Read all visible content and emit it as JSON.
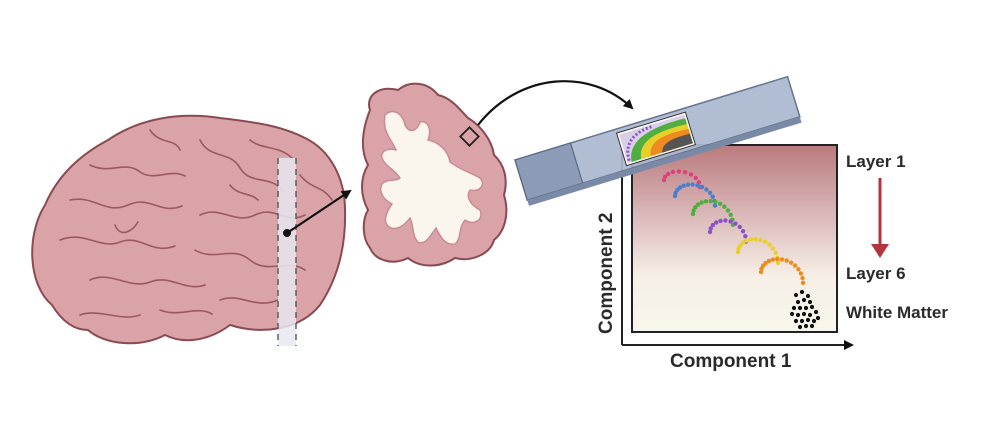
{
  "labels": {
    "layer_top": "Layer 1",
    "layer_bottom": "Layer 6",
    "white_matter": "White Matter",
    "x_axis": "Component 1",
    "y_axis": "Component 2"
  },
  "colors": {
    "brain": "#d9a3a8",
    "brain_outline": "#8a4a52",
    "white_matter": "#fbf6ec",
    "plot_gradient_top": "#b97a7d",
    "plot_gradient_bottom": "#f7f4ea",
    "arrow_red": "#b3343c",
    "slide_glass": "#aab8cf",
    "clusters": [
      "#e0407a",
      "#4a7fd0",
      "#4fae3f",
      "#8b53c9",
      "#e8cf2a",
      "#ef8a1e",
      "#111111"
    ]
  },
  "icons": [
    "brain-icon",
    "section-icon",
    "slide-icon",
    "arrow-icon"
  ]
}
